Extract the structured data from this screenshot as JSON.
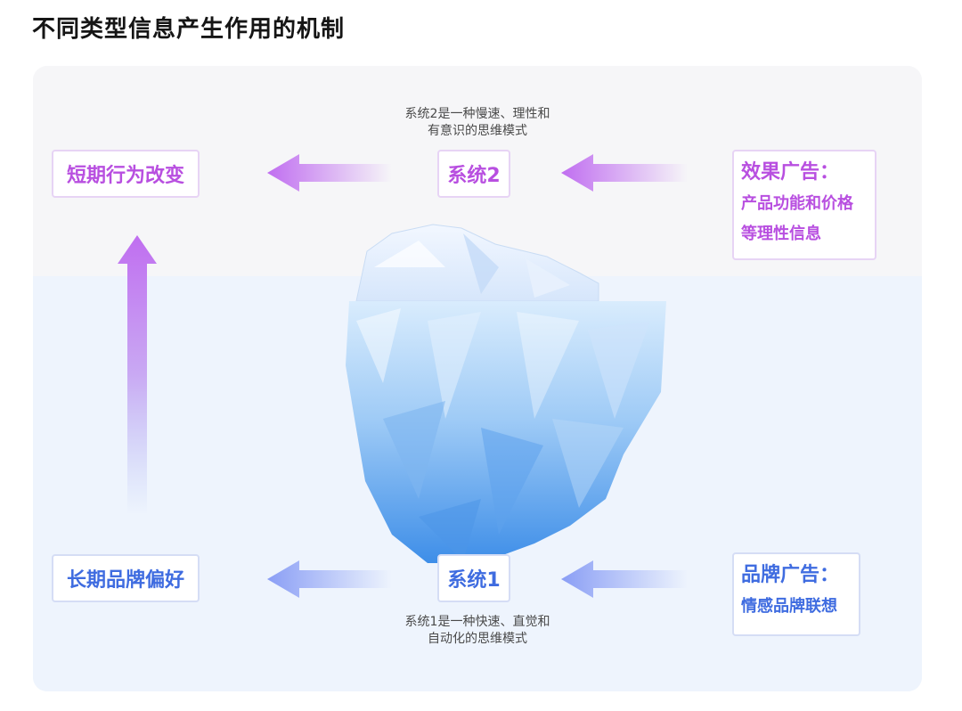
{
  "title": "不同类型信息产生作用的机制",
  "nodes": {
    "short_term": "短期行为改变",
    "system2": "系统2",
    "effect_ad": {
      "head": "效果广告：",
      "line1": "产品功能和价格",
      "line2": "等理性信息"
    },
    "long_term": "长期品牌偏好",
    "system1": "系统1",
    "brand_ad": {
      "head": "品牌广告：",
      "line1": "情感品牌联想"
    }
  },
  "captions": {
    "system2": {
      "line1": "系统2是一种慢速、理性和",
      "line2": "有意识的思维模式"
    },
    "system1": {
      "line1": "系统1是一种快速、直觉和",
      "line2": "自动化的思维模式"
    }
  },
  "colors": {
    "purple": "#b84fe0",
    "blue": "#3f6ce0",
    "arrow_purple": "#c06ef0",
    "arrow_blue": "#8a9ef5"
  },
  "icons": [
    "iceberg-illustration",
    "arrow-left-icon",
    "arrow-up-icon"
  ]
}
